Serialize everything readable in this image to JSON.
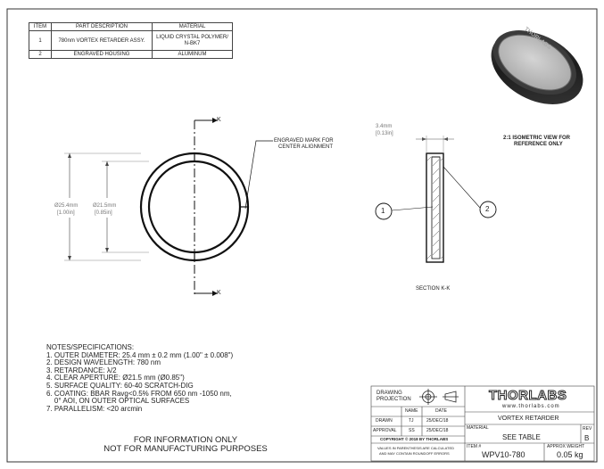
{
  "parts_table": {
    "headers": [
      "ITEM",
      "PART DESCRIPTION",
      "MATERIAL"
    ],
    "rows": [
      {
        "item": "1",
        "description": "780nm VORTEX RETARDER ASSY.",
        "material_line1": "LIQUID CRYSTAL POLYMER/",
        "material_line2": "N-BK7"
      },
      {
        "item": "2",
        "description": "ENGRAVED HOUSING",
        "material_line1": "ALUMINUM",
        "material_line2": ""
      }
    ]
  },
  "front_view": {
    "section_label_top": "K",
    "section_label_bottom": "K",
    "callout_line1": "ENGRAVED MARK FOR",
    "callout_line2": "CENTER ALIGNMENT",
    "outer_dim_mm": "Ø25.4mm",
    "outer_dim_in": "[1.00in]",
    "inner_dim_mm": "Ø21.5mm",
    "inner_dim_in": "[0.85in]"
  },
  "section_view": {
    "thickness_mm": "3.4mm",
    "thickness_in": "[0.13in]",
    "balloon_1": "1",
    "balloon_2": "2",
    "label": "SECTION K-K"
  },
  "iso_view": {
    "label_line1": "2:1 ISOMETRIC VIEW FOR",
    "label_line2": "REFERENCE ONLY",
    "engraving": "THORLABS"
  },
  "notes": {
    "heading": "NOTES/SPECIFICATIONS:",
    "lines": [
      "1. OUTER DIAMETER: 25.4 mm ± 0.2 mm (1.00\" ± 0.008\")",
      "2. DESIGN WAVELENGTH: 780 nm",
      "3. RETARDANCE: λ/2",
      "4. CLEAR APERTURE: Ø21.5 mm (Ø0.85\")",
      "5. SURFACE QUALITY: 60-40 SCRATCH-DIG",
      "6. COATING: BBAR Ravg<0.5% FROM 650 nm -1050 nm,",
      "    0° AOI, ON OUTER OPTICAL SURFACES",
      "7. PARALLELISM: <20 arcmin"
    ]
  },
  "disclaimer": {
    "line1": "FOR INFORMATION ONLY",
    "line2": "NOT FOR MANUFACTURING PURPOSES"
  },
  "title_block": {
    "drawing_projection_1": "DRAWING",
    "drawing_projection_2": "PROJECTION",
    "col_name": "NAME",
    "col_date": "DATE",
    "drawn_label": "DRAWN",
    "drawn_name": "TJ",
    "drawn_date": "25/DEC/18",
    "approval_label": "APPROVAL",
    "approval_name": "SS",
    "approval_date": "25/DEC/18",
    "copyright": "COPYRIGHT © 2018 BY THORLABS",
    "values_note_1": "VALUES IN PARENTHESIS ARE CALCULATED",
    "values_note_2": "AND MAY CONTAIN ROUNDOFF ERRORS",
    "logo": "THORLABS",
    "website": "www.thorlabs.com",
    "title": "VORTEX RETARDER",
    "material_label": "MATERIAL",
    "material_value": "SEE TABLE",
    "rev_label": "REV",
    "rev_value": "B",
    "item_label": "ITEM #",
    "item_value": "WPV10-780",
    "weight_label": "APPROX WEIGHT",
    "weight_value": "0.05 kg"
  }
}
